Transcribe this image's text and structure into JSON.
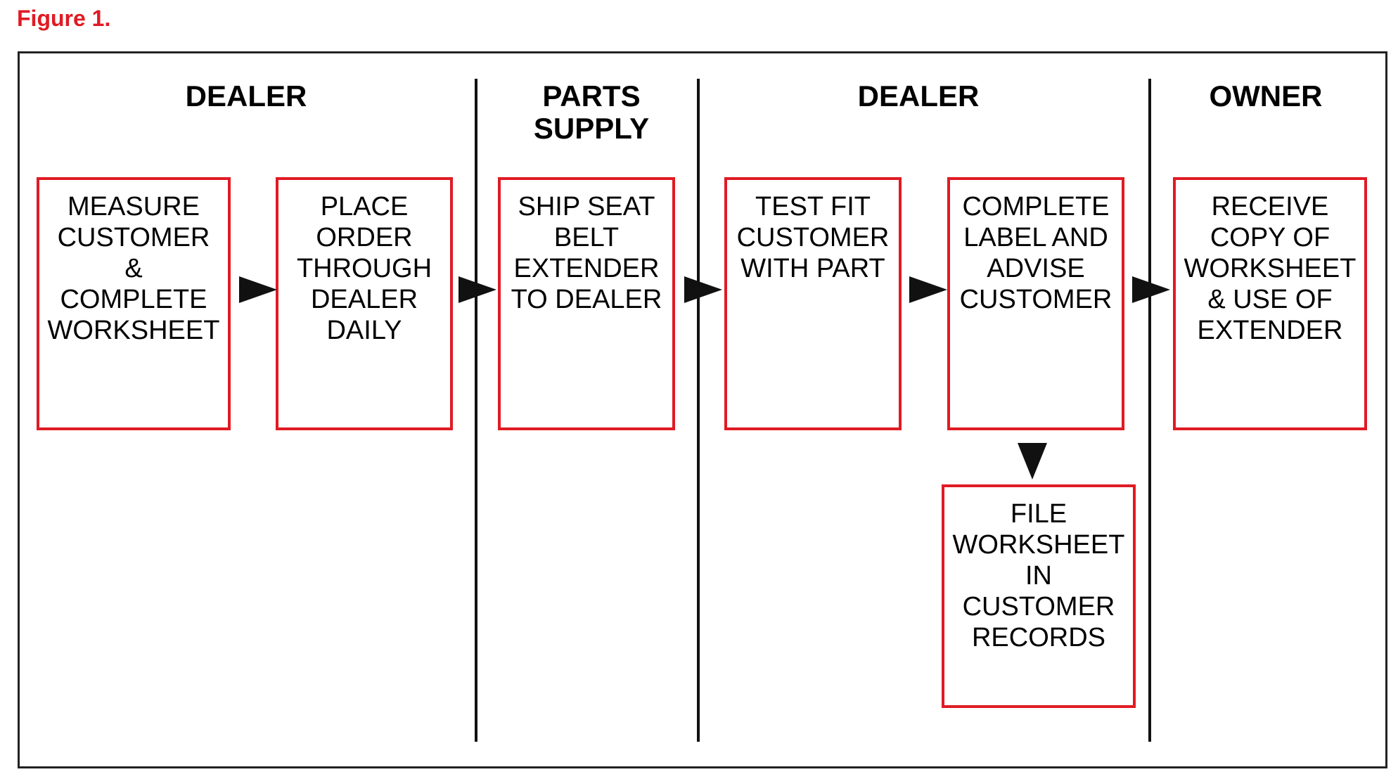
{
  "figure_label": "Figure 1.",
  "colors": {
    "box_border": "#e01b24",
    "figure_label": "#e01b24",
    "lines": "#111111"
  },
  "lanes": [
    {
      "title": "DEALER"
    },
    {
      "title": "PARTS\nSUPPLY"
    },
    {
      "title": "DEALER"
    },
    {
      "title": "OWNER"
    }
  ],
  "steps": [
    {
      "text": "MEASURE\nCUSTOMER\n&\nCOMPLETE\nWORKSHEET"
    },
    {
      "text": "PLACE\nORDER\nTHROUGH\nDEALER\nDAILY"
    },
    {
      "text": "SHIP SEAT\nBELT\nEXTENDER\nTO DEALER"
    },
    {
      "text": "TEST FIT\nCUSTOMER\nWITH PART"
    },
    {
      "text": "COMPLETE\nLABEL AND\nADVISE\nCUSTOMER"
    },
    {
      "text": "RECEIVE\nCOPY OF\nWORKSHEET\n& USE OF\nEXTENDER"
    },
    {
      "text": "FILE\nWORKSHEET\nIN\nCUSTOMER\nRECORDS"
    }
  ]
}
